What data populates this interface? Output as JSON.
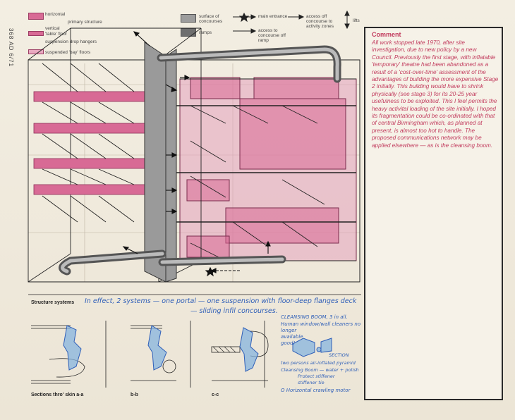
{
  "stamp": "368 AD 6/71",
  "legend": {
    "horizontal": "horizontal",
    "primary_structure": "primary structure",
    "vertical": "vertical",
    "table_floor": "'table' floor",
    "suspension_drop_hangers": "suspension drop hangers",
    "suspended_bay_floors": "suspended 'bay' floors",
    "surface_of_concourses": "surface of concourses",
    "ramps": "ramps",
    "main_entrance": "main entrance",
    "access_to_concourse_off_ramp": "access to concourse off ramp",
    "access_off_concourse_to_activity_zones": "access off concourse to activity zones",
    "lifts": "lifts"
  },
  "comment": {
    "title": "Comment",
    "body": "All work stopped late 1970, after site investigation, due to new policy by a new Council. Previously the first stage, with inflatable 'temporary' theatre had been abandoned as a result of a 'cost-over-time' assessment of the advantages of building the more expensive Stage 2 initially. This building would have to shrink physically (see stage 3) for its 20-25 year usefulness to be exploited. This I feel permits the heavy activital loading of the site initially. I hoped its fragmentation could be co-ordinated with that of central Birmingham which, as planned at present, is almost too hot to handle. The proposed communications network may be applied elsewhere — as is the cleansing boom."
  },
  "bottom": {
    "structure_systems": "Structure systems",
    "handwritten_note_1": "In effect, 2 systems — one portal — one suspension with floor-deep flanges deck",
    "handwritten_note_2": "— sliding infil concourses.",
    "sections_label": "Sections thro' skin a-a",
    "section_bb": "b-b",
    "section_cc": "c-c",
    "cleansing_1": "CLEANSING BOOM, 3 in all.",
    "cleansing_2": "Human window/wall cleaners no",
    "cleansing_3": "longer",
    "cleansing_4": "available",
    "cleansing_5": "good!",
    "section_tag": "SECTION",
    "persons_note": "two persons air-inflated pyramid",
    "boom_note": "Cleansing Boom — water + polish",
    "stiffener_1": "Protect stiffener",
    "stiffener_2": "stiffener tie",
    "motor_note": "O Horizontal crawling motor"
  },
  "colors": {
    "magenta": "#d86a95",
    "ink_blue": "#2f5fb8",
    "comment_red": "#c23c5e"
  }
}
